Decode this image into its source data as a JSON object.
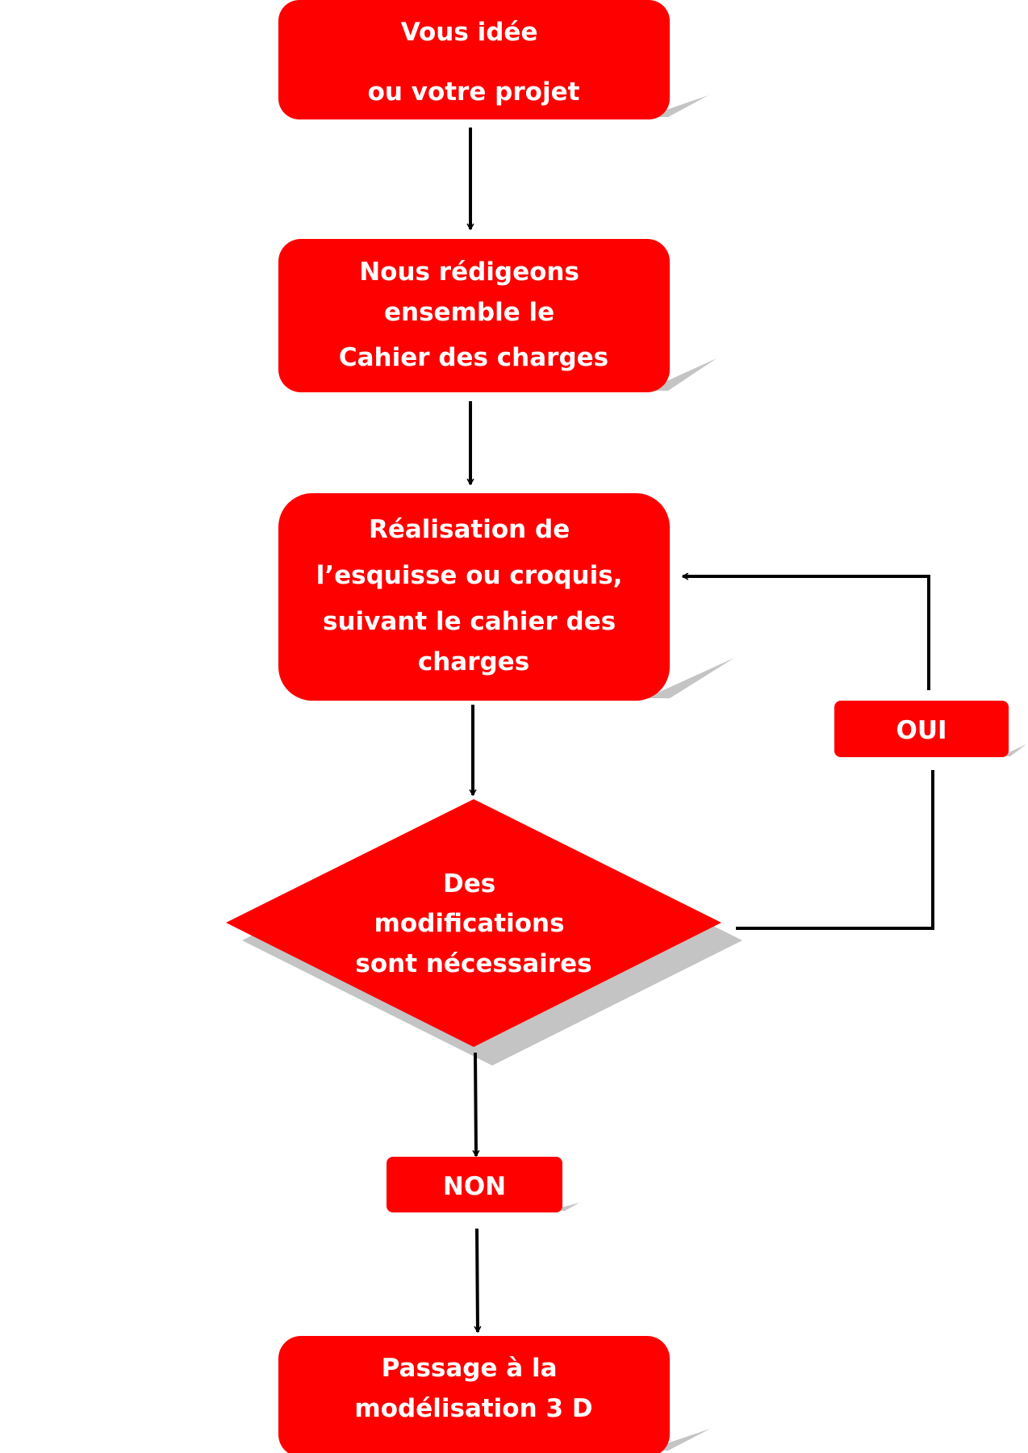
{
  "colors": {
    "box_fill": "#ff0000",
    "shadow": "#c4c4c4",
    "connector": "#000000",
    "text": "#ffffff"
  },
  "nodes": {
    "idea": {
      "lines": [
        "Vous idée",
        "ou votre projet"
      ]
    },
    "spec": {
      "lines": [
        "Nous rédigeons",
        "ensemble le",
        "Cahier des charges"
      ]
    },
    "sketch": {
      "lines": [
        "Réalisation de",
        "l’esquisse ou croquis,",
        "suivant le cahier des",
        "charges"
      ]
    },
    "decision": {
      "lines": [
        "Des",
        "modifications",
        "sont  nécessaires"
      ]
    },
    "yes": {
      "label": "OUI"
    },
    "no": {
      "label": "NON"
    },
    "modeling": {
      "lines": [
        "Passage à la",
        "modélisation 3 D"
      ]
    }
  }
}
